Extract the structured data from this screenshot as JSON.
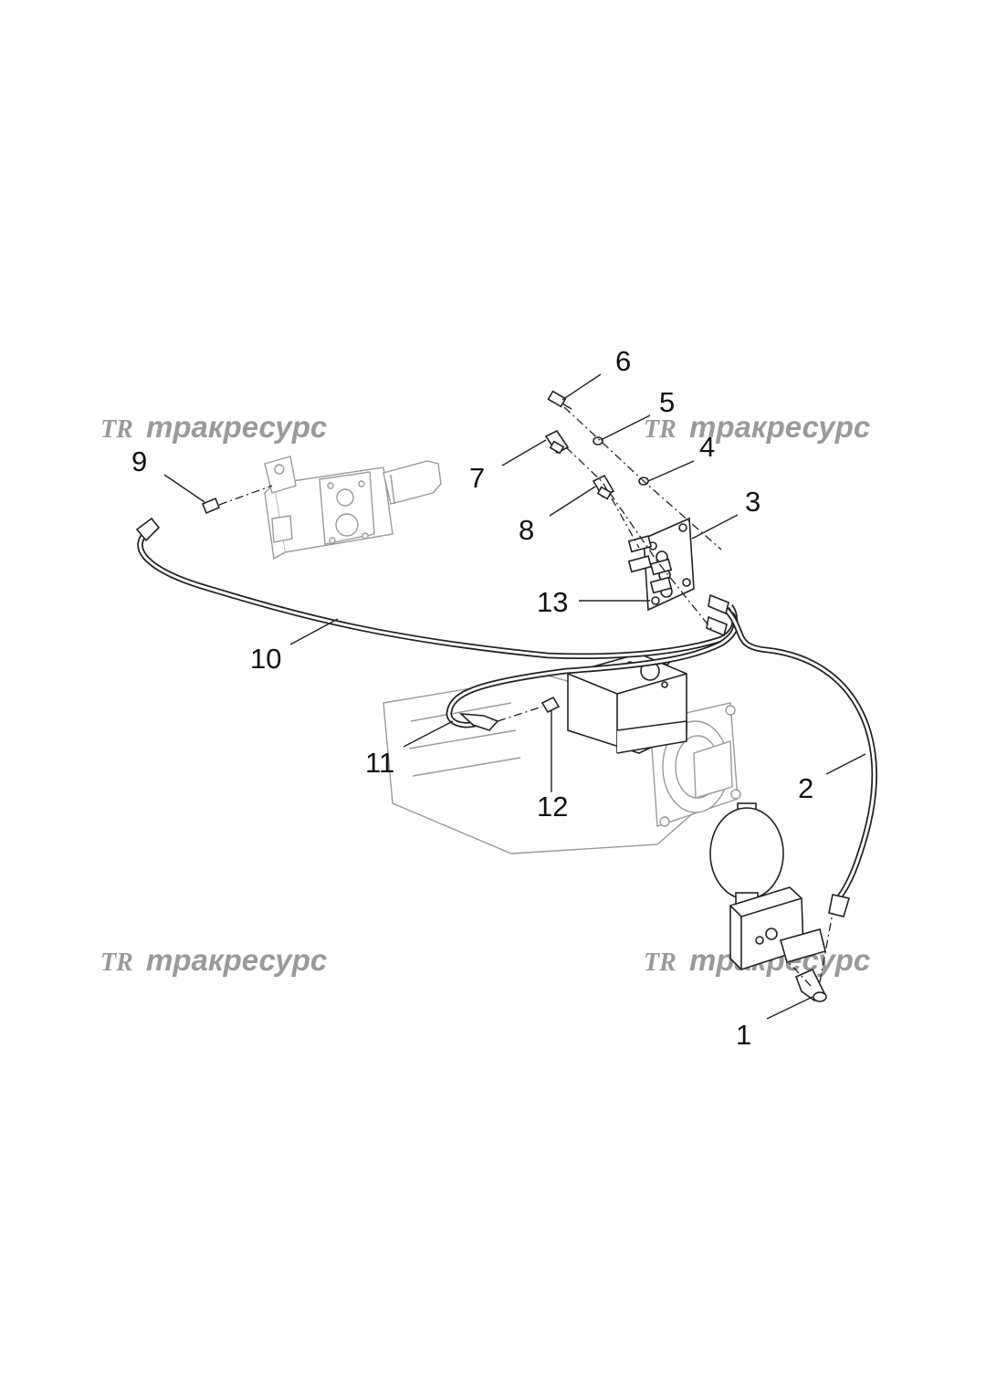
{
  "watermark": {
    "logo": "TR",
    "text": "тракресурс"
  },
  "callouts": {
    "c1": "1",
    "c2": "2",
    "c3": "3",
    "c4": "4",
    "c5": "5",
    "c6": "6",
    "c7": "7",
    "c8": "8",
    "c9": "9",
    "c10": "10",
    "c11": "11",
    "c12": "12",
    "c13": "13"
  },
  "colors": {
    "line": "#222222",
    "watermark": "#9a9a9a",
    "background": "#ffffff"
  }
}
